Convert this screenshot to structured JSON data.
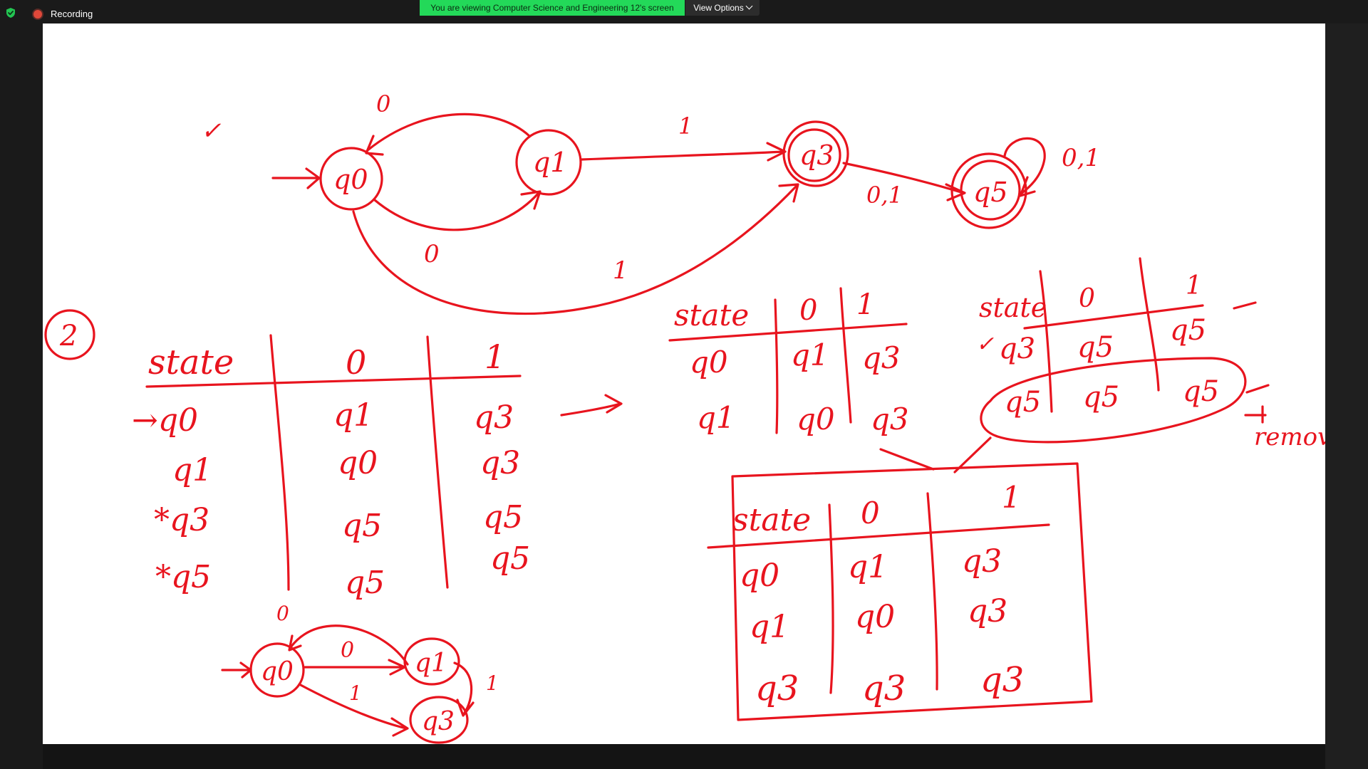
{
  "meeting": {
    "recording_label": "Recording",
    "viewing_banner": "You are viewing Computer Science and Engineering 12's screen",
    "view_options_label": "View Options",
    "icons": {
      "security": "shield-check-icon",
      "recording": "record-dot-icon",
      "view_options": "chevron-down-icon"
    },
    "colors": {
      "banner": "#23d959",
      "ink": "#e8141e",
      "recording_dot": "#e0483a"
    }
  },
  "whiteboard": {
    "top_diagram": {
      "states": [
        "q0",
        "q1",
        "q3",
        "q5"
      ],
      "edge_labels": [
        "0",
        "0",
        "1",
        "1",
        "0,1",
        "0,1"
      ]
    },
    "question_marker": "2",
    "check_mark": "✓",
    "big_table": {
      "headers": [
        "state",
        "0",
        "1"
      ],
      "rows": [
        [
          "→q0",
          "q1",
          "q3"
        ],
        [
          "q1",
          "q0",
          "q3"
        ],
        [
          "*q3",
          "q5",
          "q5"
        ],
        [
          "*q5",
          "q5",
          "q5"
        ]
      ]
    },
    "mid_table": {
      "headers": [
        "state",
        "0",
        "1"
      ],
      "rows": [
        [
          "q0",
          "q1",
          "q3"
        ],
        [
          "q1",
          "q0",
          "q3"
        ]
      ]
    },
    "right_table": {
      "headers": [
        "state",
        "0",
        "1"
      ],
      "rows": [
        [
          "q3",
          "q5",
          "q5"
        ],
        [
          "q5",
          "q5",
          "q5"
        ]
      ],
      "note": "remov"
    },
    "boxed_table": {
      "headers": [
        "state",
        "0",
        "1"
      ],
      "rows": [
        [
          "q0",
          "q1",
          "q3"
        ],
        [
          "q1",
          "q0",
          "q3"
        ],
        [
          "q3",
          "q3",
          "q3"
        ]
      ]
    },
    "bottom_diagram": {
      "states": [
        "q0",
        "q1",
        "q3"
      ],
      "edge_labels": [
        "0",
        "0",
        "1",
        "1"
      ]
    }
  }
}
